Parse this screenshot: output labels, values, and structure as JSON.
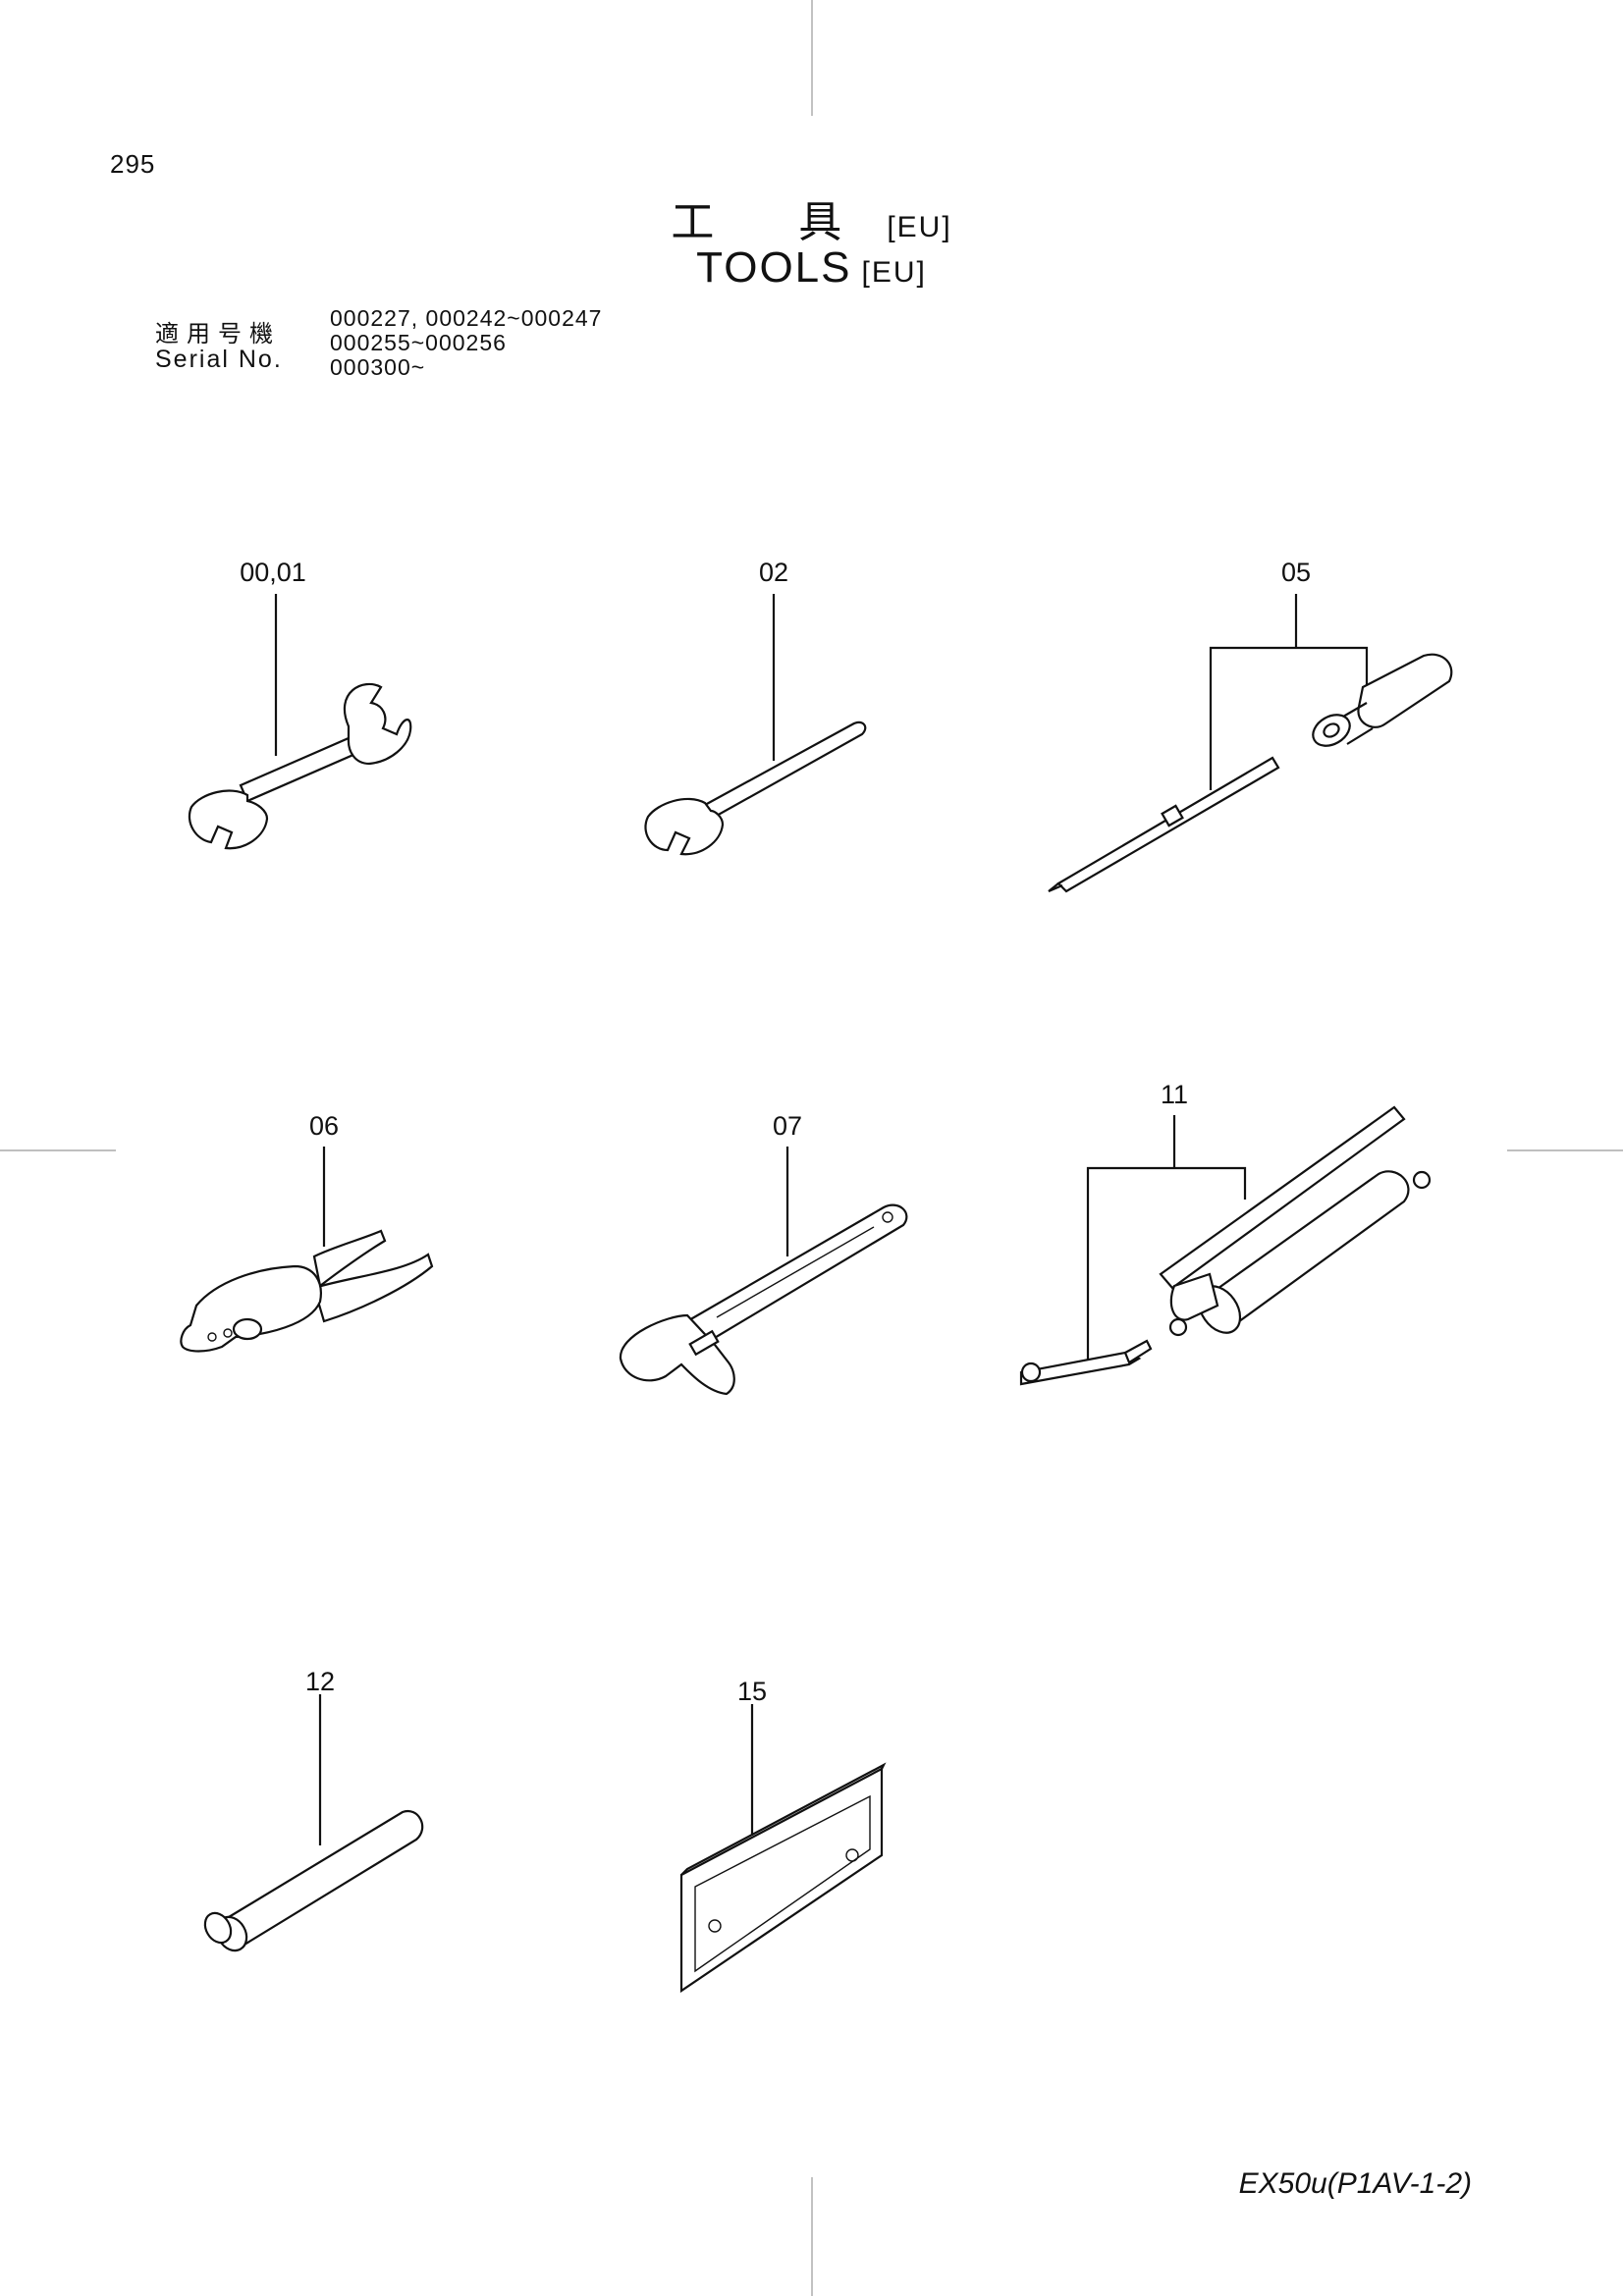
{
  "page": {
    "number": "295",
    "model_code": "EX50u(P1AV-1-2)"
  },
  "title": {
    "jp": "工 具",
    "en": "TOOLS",
    "tag": "[EU]"
  },
  "serial": {
    "label_jp": "適用号機",
    "label_en": "Serial No.",
    "values": [
      "000227, 000242~000247",
      "000255~000256",
      "000300~"
    ]
  },
  "parts": [
    {
      "ref": "00,01",
      "name": "open-end-wrench-double"
    },
    {
      "ref": "02",
      "name": "open-end-wrench-single"
    },
    {
      "ref": "05",
      "name": "screwdriver-set"
    },
    {
      "ref": "06",
      "name": "pliers"
    },
    {
      "ref": "07",
      "name": "adjustable-wrench"
    },
    {
      "ref": "11",
      "name": "grease-gun"
    },
    {
      "ref": "12",
      "name": "pin"
    },
    {
      "ref": "15",
      "name": "tool-bag"
    }
  ]
}
